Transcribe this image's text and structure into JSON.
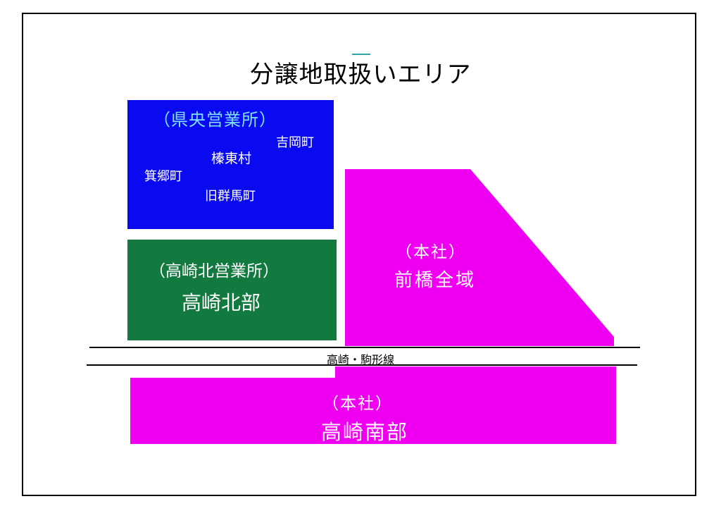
{
  "title": "分譲地取扱いエリア",
  "areas": {
    "kenou": {
      "office": "（県央営業所）",
      "towns": [
        "吉岡町",
        "榛東村",
        "箕郷町",
        "旧群馬町"
      ],
      "color": "#0a0af0"
    },
    "takasaki_north": {
      "office": "（高崎北営業所）",
      "name": "高崎北部",
      "color": "#127a3e"
    },
    "maebashi": {
      "office": "（本社）",
      "name": "前橋全域",
      "color": "#f000f0"
    },
    "takasaki_south": {
      "office": "（本社）",
      "name": "高崎南部",
      "color": "#f000f0"
    }
  },
  "road": {
    "name": "高崎・駒形線"
  }
}
